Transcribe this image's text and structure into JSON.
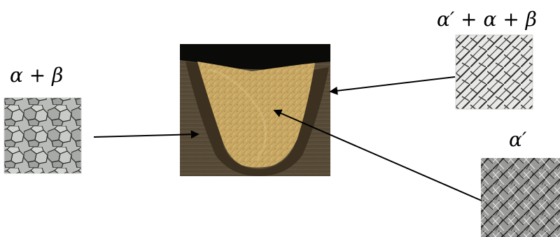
{
  "labels": {
    "base_metal": "α + β",
    "heat_affected_zone": "α′ + α + β",
    "fusion_zone": "α′"
  },
  "colors": {
    "plate_dark": "#4a4030",
    "plate_mid": "#6b5e47",
    "haz_band": "#3a2e1e",
    "weld_pool": "#c4a260",
    "weld_highlight": "#dfc27e",
    "top_shadow": "#0a0a08",
    "arrow": "#000000"
  }
}
